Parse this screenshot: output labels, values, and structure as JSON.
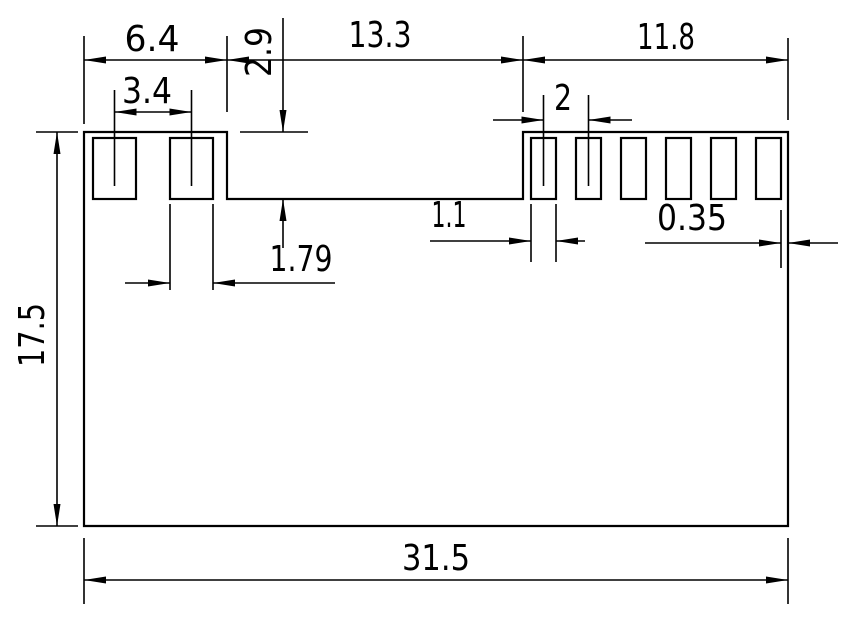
{
  "drawing": {
    "background": "#ffffff",
    "line_color": "#000000",
    "dimensions": {
      "left_tab_width": "6.4",
      "left_pad_pitch": "3.4",
      "notch_width": "13.3",
      "right_tab_width": "11.8",
      "notch_depth": "2.9",
      "right_pad_pitch": "2",
      "left_pad_width": "1.79",
      "right_pad_width": "1.1",
      "edge_clearance": "0.35",
      "body_height": "17.5",
      "body_width": "31.5"
    }
  }
}
